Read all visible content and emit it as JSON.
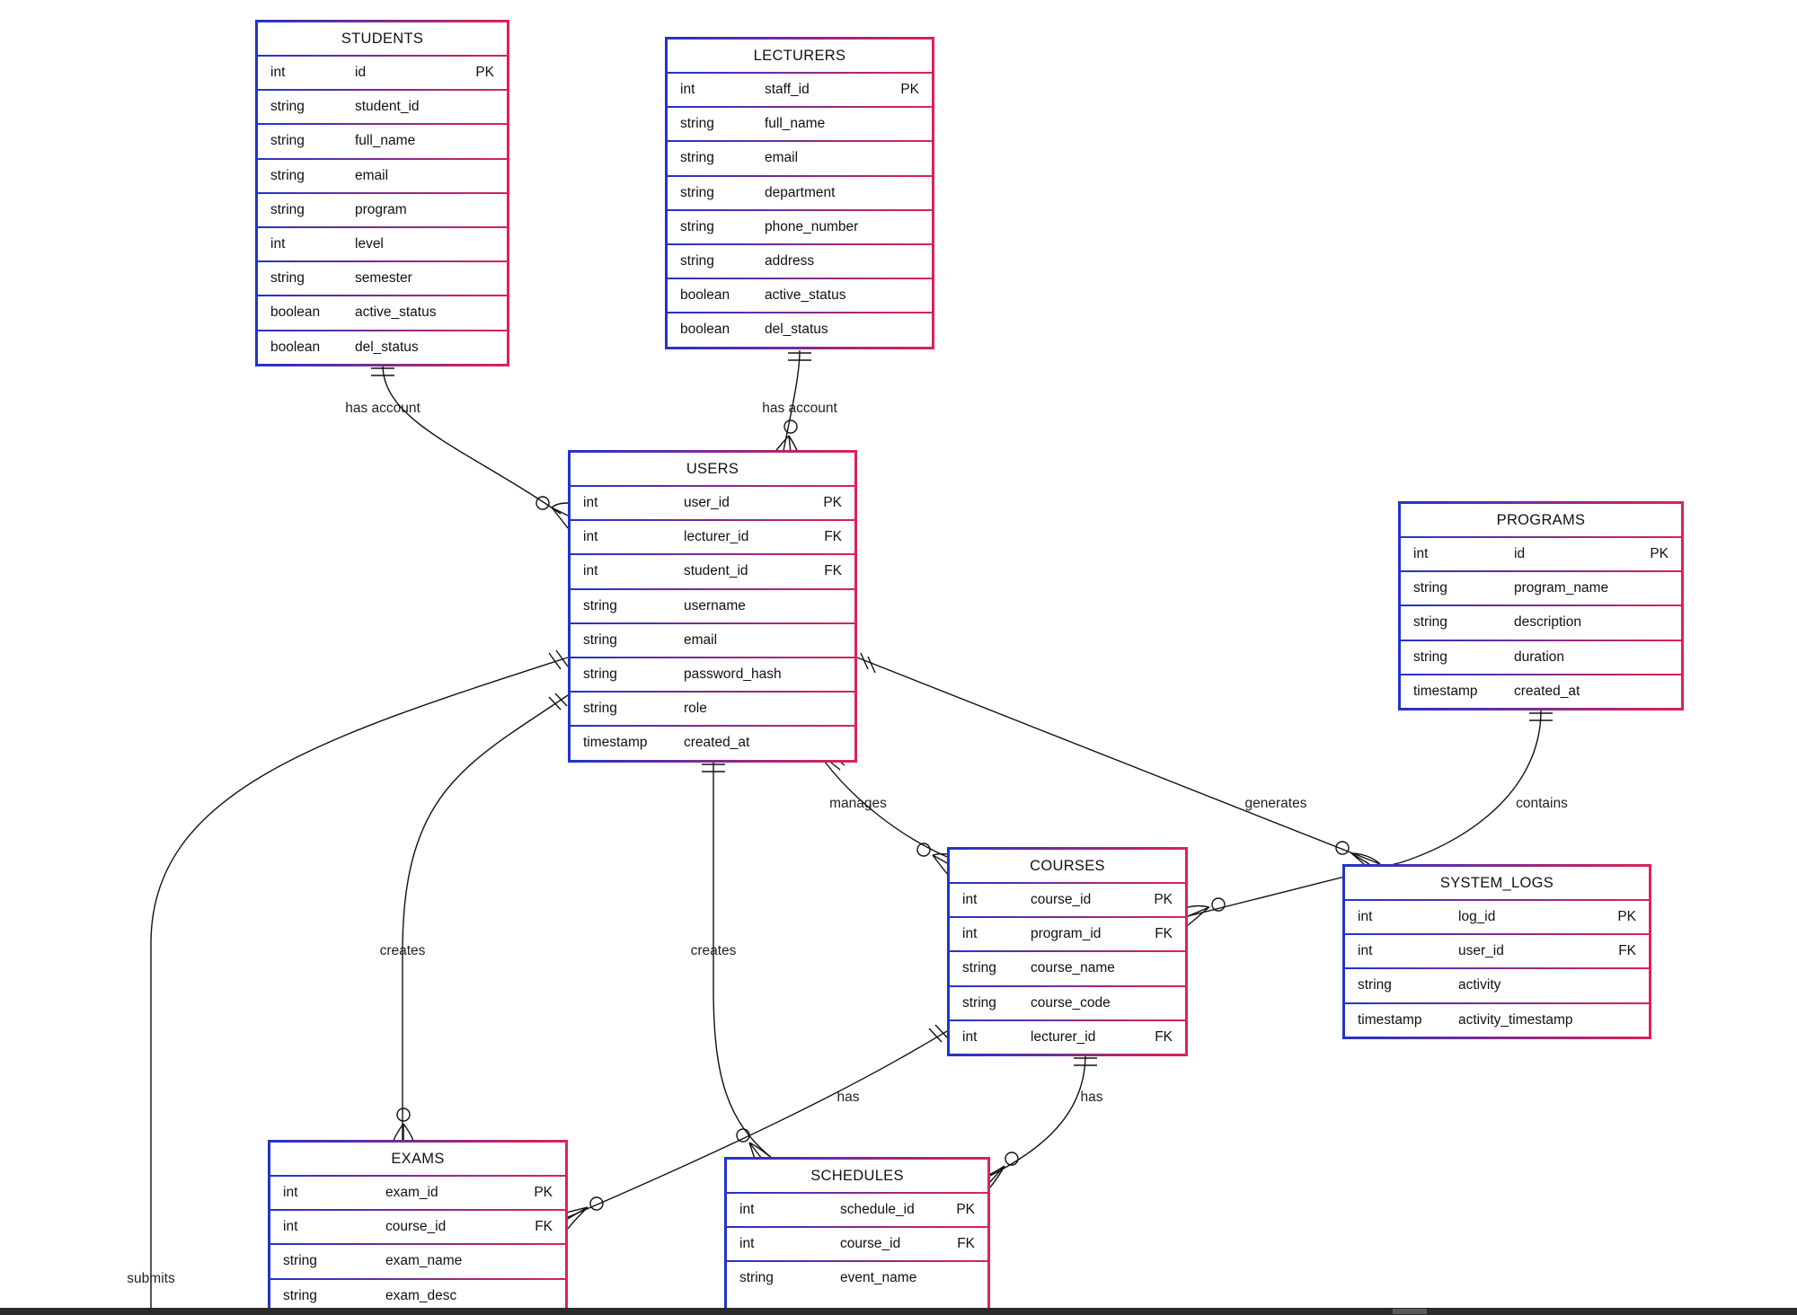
{
  "entities": [
    {
      "name": "STUDENTS",
      "attributes": [
        {
          "type": "int",
          "name": "id",
          "key": "PK"
        },
        {
          "type": "string",
          "name": "student_id",
          "key": ""
        },
        {
          "type": "string",
          "name": "full_name",
          "key": ""
        },
        {
          "type": "string",
          "name": "email",
          "key": ""
        },
        {
          "type": "string",
          "name": "program",
          "key": ""
        },
        {
          "type": "int",
          "name": "level",
          "key": ""
        },
        {
          "type": "string",
          "name": "semester",
          "key": ""
        },
        {
          "type": "boolean",
          "name": "active_status",
          "key": ""
        },
        {
          "type": "boolean",
          "name": "del_status",
          "key": ""
        }
      ]
    },
    {
      "name": "LECTURERS",
      "attributes": [
        {
          "type": "int",
          "name": "staff_id",
          "key": "PK"
        },
        {
          "type": "string",
          "name": "full_name",
          "key": ""
        },
        {
          "type": "string",
          "name": "email",
          "key": ""
        },
        {
          "type": "string",
          "name": "department",
          "key": ""
        },
        {
          "type": "string",
          "name": "phone_number",
          "key": ""
        },
        {
          "type": "string",
          "name": "address",
          "key": ""
        },
        {
          "type": "boolean",
          "name": "active_status",
          "key": ""
        },
        {
          "type": "boolean",
          "name": "del_status",
          "key": ""
        }
      ]
    },
    {
      "name": "USERS",
      "attributes": [
        {
          "type": "int",
          "name": "user_id",
          "key": "PK"
        },
        {
          "type": "int",
          "name": "lecturer_id",
          "key": "FK"
        },
        {
          "type": "int",
          "name": "student_id",
          "key": "FK"
        },
        {
          "type": "string",
          "name": "username",
          "key": ""
        },
        {
          "type": "string",
          "name": "email",
          "key": ""
        },
        {
          "type": "string",
          "name": "password_hash",
          "key": ""
        },
        {
          "type": "string",
          "name": "role",
          "key": ""
        },
        {
          "type": "timestamp",
          "name": "created_at",
          "key": ""
        }
      ]
    },
    {
      "name": "PROGRAMS",
      "attributes": [
        {
          "type": "int",
          "name": "id",
          "key": "PK"
        },
        {
          "type": "string",
          "name": "program_name",
          "key": ""
        },
        {
          "type": "string",
          "name": "description",
          "key": ""
        },
        {
          "type": "string",
          "name": "duration",
          "key": ""
        },
        {
          "type": "timestamp",
          "name": "created_at",
          "key": ""
        }
      ]
    },
    {
      "name": "COURSES",
      "attributes": [
        {
          "type": "int",
          "name": "course_id",
          "key": "PK"
        },
        {
          "type": "int",
          "name": "program_id",
          "key": "FK"
        },
        {
          "type": "string",
          "name": "course_name",
          "key": ""
        },
        {
          "type": "string",
          "name": "course_code",
          "key": ""
        },
        {
          "type": "int",
          "name": "lecturer_id",
          "key": "FK"
        }
      ]
    },
    {
      "name": "SYSTEM_LOGS",
      "attributes": [
        {
          "type": "int",
          "name": "log_id",
          "key": "PK"
        },
        {
          "type": "int",
          "name": "user_id",
          "key": "FK"
        },
        {
          "type": "string",
          "name": "activity",
          "key": ""
        },
        {
          "type": "timestamp",
          "name": "activity_timestamp",
          "key": ""
        }
      ]
    },
    {
      "name": "EXAMS",
      "attributes": [
        {
          "type": "int",
          "name": "exam_id",
          "key": "PK"
        },
        {
          "type": "int",
          "name": "course_id",
          "key": "FK"
        },
        {
          "type": "string",
          "name": "exam_name",
          "key": ""
        },
        {
          "type": "string",
          "name": "exam_desc",
          "key": ""
        }
      ]
    },
    {
      "name": "SCHEDULES",
      "attributes": [
        {
          "type": "int",
          "name": "schedule_id",
          "key": "PK"
        },
        {
          "type": "int",
          "name": "course_id",
          "key": "FK"
        },
        {
          "type": "string",
          "name": "event_name",
          "key": ""
        }
      ]
    }
  ],
  "relationships": [
    {
      "label": "has account"
    },
    {
      "label": "has account"
    },
    {
      "label": "manages"
    },
    {
      "label": "generates"
    },
    {
      "label": "contains"
    },
    {
      "label": "creates"
    },
    {
      "label": "creates"
    },
    {
      "label": "has"
    },
    {
      "label": "has"
    },
    {
      "label": "submits"
    }
  ]
}
